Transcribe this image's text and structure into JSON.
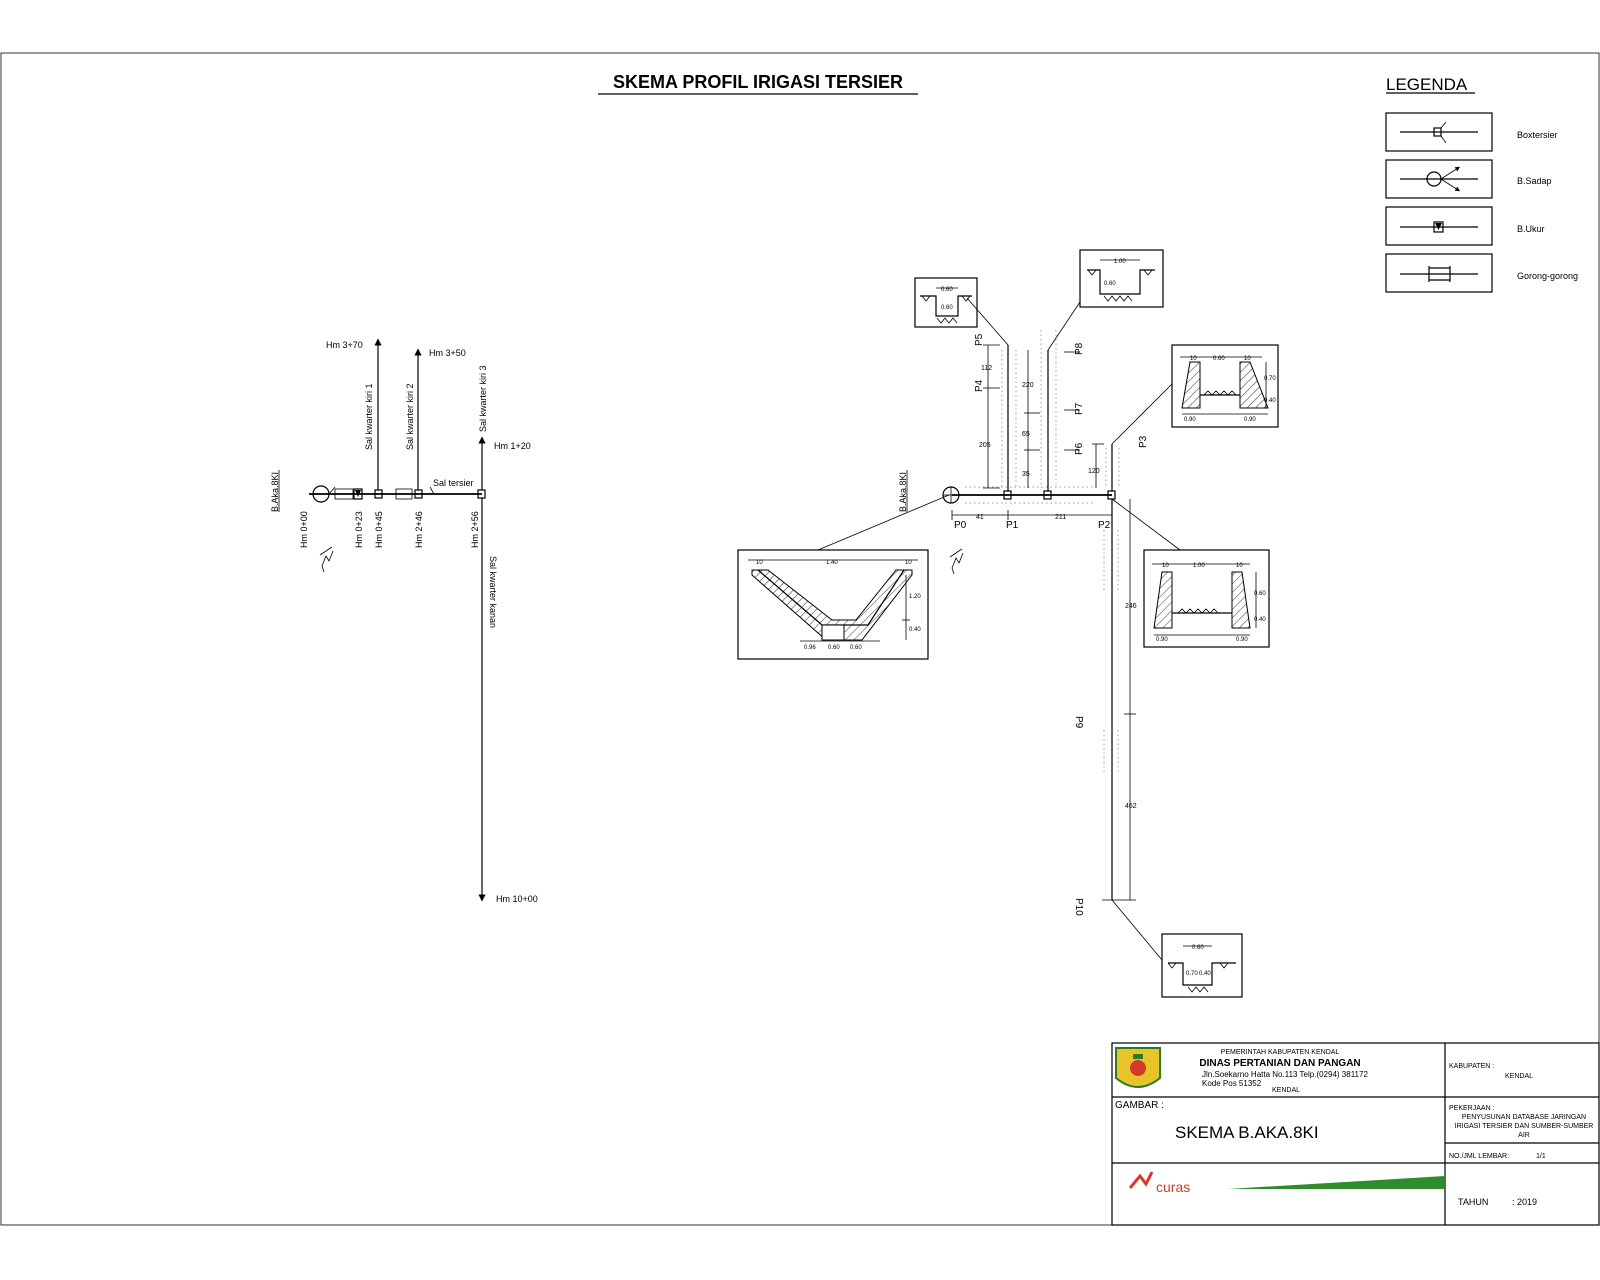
{
  "title": "SKEMA PROFIL IRIGASI TERSIER",
  "legend": {
    "heading": "LEGENDA",
    "items": [
      {
        "label": "Boxtersier",
        "icon": "box-tersier-icon"
      },
      {
        "label": "B.Sadap",
        "icon": "bangunan-sadap-icon"
      },
      {
        "label": "B.Ukur",
        "icon": "bangunan-ukur-icon"
      },
      {
        "label": "Gorong-gorong",
        "icon": "gorong-gorong-icon"
      }
    ]
  },
  "schematic": {
    "intake": "B.Aka.8KI",
    "stations": [
      "Hm 0+00",
      "Hm 0+23",
      "Hm 0+45",
      "Hm 2+46",
      "Hm 2+56"
    ],
    "channels": [
      "Sal kwarter kiri 1",
      "Sal kwarter kiri 2",
      "Sal kwarter kiri 3",
      "Sal tersier",
      "Sal kwarter kanan"
    ],
    "ends": [
      "Hm 3+70",
      "Hm 3+50",
      "Hm 1+20",
      "Hm 10+00"
    ]
  },
  "profile": {
    "intake": "B.Aka.8KI",
    "points": [
      "P0",
      "P1",
      "P2",
      "P3",
      "P4",
      "P5",
      "P6",
      "P7",
      "P8",
      "P9",
      "P10"
    ],
    "lengths": [
      "41",
      "211",
      "205",
      "112",
      "220",
      "65",
      "35",
      "120",
      "246",
      "462"
    ],
    "sections": {
      "main": {
        "top": "1.40",
        "sides": [
          "10",
          "10"
        ],
        "height": "1.20",
        "bottom": "0.40",
        "base": [
          "0.96",
          "0.60",
          "0.60"
        ]
      },
      "s_left": {
        "top": "0.60",
        "depth": "0.60"
      },
      "s_right": {
        "top": "1.00",
        "depth": "0.60"
      },
      "s_p3": {
        "top": [
          "10",
          "0.60",
          "10"
        ],
        "right": [
          "0.70",
          "0.40"
        ],
        "base": [
          "0.90",
          "0.90"
        ]
      },
      "s_p2": {
        "top": [
          "10",
          "1.00",
          "10"
        ],
        "right": [
          "0.60",
          "0.40"
        ],
        "base": [
          "0.90",
          "0.90"
        ]
      },
      "s_p10": {
        "top": "0.60",
        "depth": [
          "0.70",
          "0.40"
        ]
      }
    }
  },
  "titleblock": {
    "agency_line1": "PEMERINTAH KABUPATEN KENDAL",
    "agency_line2": "DINAS PERTANIAN DAN PANGAN",
    "address": "Jln.Soekarno Hatta No.113 Telp.(0294) 381172",
    "postal": "Kode Pos 51352",
    "city": "KENDAL",
    "kabupaten_label": "KABUPATEN :",
    "kabupaten_value": "KENDAL",
    "gambar_label": "GAMBAR :",
    "drawing_name": "SKEMA B.AKA.8KI",
    "pekerjaan_label": "PEKERJAAN :",
    "pekerjaan_l1": "PENYUSUNAN DATABASE JARINGAN",
    "pekerjaan_l2": "IRIGASI TERSIER DAN SUMBER-SUMBER",
    "pekerjaan_l3": "AIR",
    "sheet_label": "NO./JML LEMBAR:",
    "sheet_value": "1/1",
    "tahun_label": "TAHUN",
    "tahun_value": ": 2019",
    "consultant": "curas",
    "accent": "#2e8b2e"
  }
}
